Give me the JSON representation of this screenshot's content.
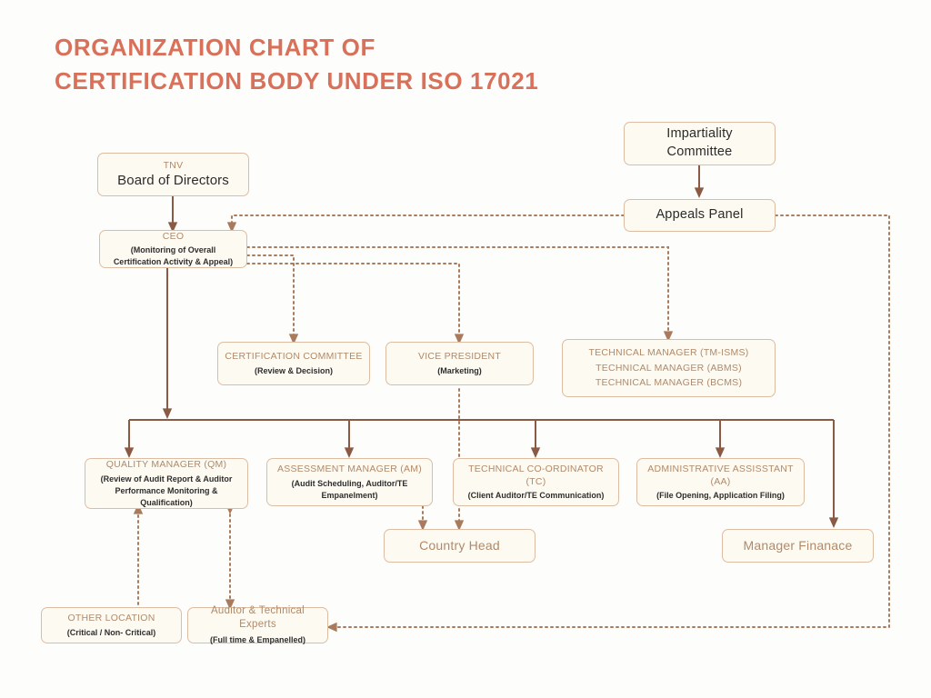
{
  "header": {
    "line1": "Organization Chart of",
    "line2": "Certification Body under ISO 17021"
  },
  "colors": {
    "title": "#d9715a",
    "box_fill": "#fdfaf1",
    "box_border": "#dcbda3",
    "heading_text": "#b08a6b",
    "body_text": "#2e2e2e",
    "connector": "#8a5a44",
    "dotted_connector": "#a97b5c",
    "background": "#fdfdfc"
  },
  "nodes": {
    "board": {
      "eyebrow": "TNV",
      "title": "Board of Directors"
    },
    "ceo": {
      "title": "CEO",
      "sub_line1": "(Monitoring of Overall",
      "sub_line2": "Certification Activity & Appeal)"
    },
    "impartiality": {
      "line1": "Impartiality",
      "line2": "Committee"
    },
    "appeals": {
      "title": "Appeals Panel"
    },
    "certification_committee": {
      "title": "CERTIFICATION COMMITTEE",
      "sub": "(Review & Decision)"
    },
    "vice_president": {
      "title": "VICE PRESIDENT",
      "sub": "(Marketing)"
    },
    "technical_managers": {
      "lines": [
        "TECHNICAL MANAGER (TM-ISMS)",
        "TECHNICAL MANAGER (ABMS)",
        "TECHNICAL MANAGER (BCMS)"
      ]
    },
    "quality_manager": {
      "title": "QUALITY MANAGER (QM)",
      "sub_line1": "(Review of Audit Report & Auditor",
      "sub_line2": "Performance Monitoring & Qualification)"
    },
    "assessment_manager": {
      "title": "ASSESSMENT MANAGER (AM)",
      "sub": "(Audit Scheduling, Auditor/TE Empanelment)"
    },
    "technical_coordinator": {
      "title": "TECHNICAL CO-ORDINATOR (TC)",
      "sub": "(Client Auditor/TE Communication)"
    },
    "administrative_assistant": {
      "title_line1": "ADMINISTRATIVE ASSISSTANT",
      "title_line2": "(AA)",
      "sub": "(File Opening, Application Filing)"
    },
    "country_head": {
      "title": "Country Head"
    },
    "manager_finance": {
      "title": "Manager Finanace"
    },
    "other_location": {
      "title": "OTHER LOCATION",
      "sub": "(Critical / Non- Critical)"
    },
    "auditor_experts": {
      "title": "Auditor & Technical Experts",
      "sub": "(Full time  & Empanelled)"
    }
  }
}
